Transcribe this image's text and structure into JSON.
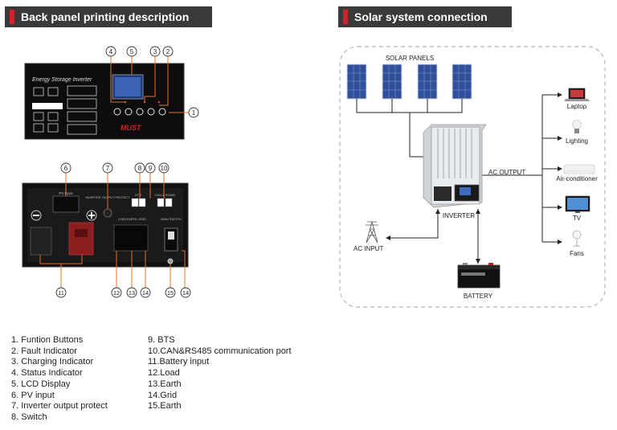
{
  "headers": {
    "left": "Back panel printing description",
    "right": "Solar system connection"
  },
  "front_panel": {
    "title": "Energy Storage Inverter",
    "brand": "MUST",
    "callouts_top": [
      "4",
      "5",
      "3",
      "2"
    ],
    "callout_side": "1"
  },
  "back_panel": {
    "callouts_top": [
      "6",
      "7",
      "8",
      "9",
      "10"
    ],
    "callouts_bottom": [
      "11",
      "12",
      "13",
      "14",
      "15",
      "14"
    ],
    "labels": {
      "pv": "PV Input",
      "inverter_protect": "INVERTER OUTPUT PROTECT",
      "bts": "BTS",
      "can": "CAN & RS485",
      "load": "LOAD",
      "earth": "EARTH",
      "grid": "GRID",
      "switch": "MAIN SWITCH"
    }
  },
  "solar": {
    "panels_label": "SOLAR PANELS",
    "inverter_label": "INVERTER",
    "ac_output_label": "AC OUTPUT",
    "ac_input_label": "AC INPUT",
    "battery_label": "BATTERY",
    "loads": [
      "Laptop",
      "Lighting",
      "Air-conditioner",
      "TV",
      "Fans"
    ]
  },
  "legend": {
    "col1": [
      "1.  Funtion Buttons",
      "2.  Fault Indicator",
      "3.  Charging Indicator",
      "4.  Status Indicator",
      "5.  LCD Display",
      "6.  PV input",
      "7.  Inverter output protect",
      "8.  Switch"
    ],
    "col2": [
      "9.  BTS",
      "10.CAN&RS485 communication port",
      "11.Battery input",
      "12.Load",
      "13.Earth",
      "14.Grid",
      "15.Earth"
    ]
  },
  "colors": {
    "header_bg": "#3a3a3a",
    "accent_red": "#d62027",
    "callout_orange": "#e8702a",
    "panel_blue": "#2f4f9a"
  }
}
